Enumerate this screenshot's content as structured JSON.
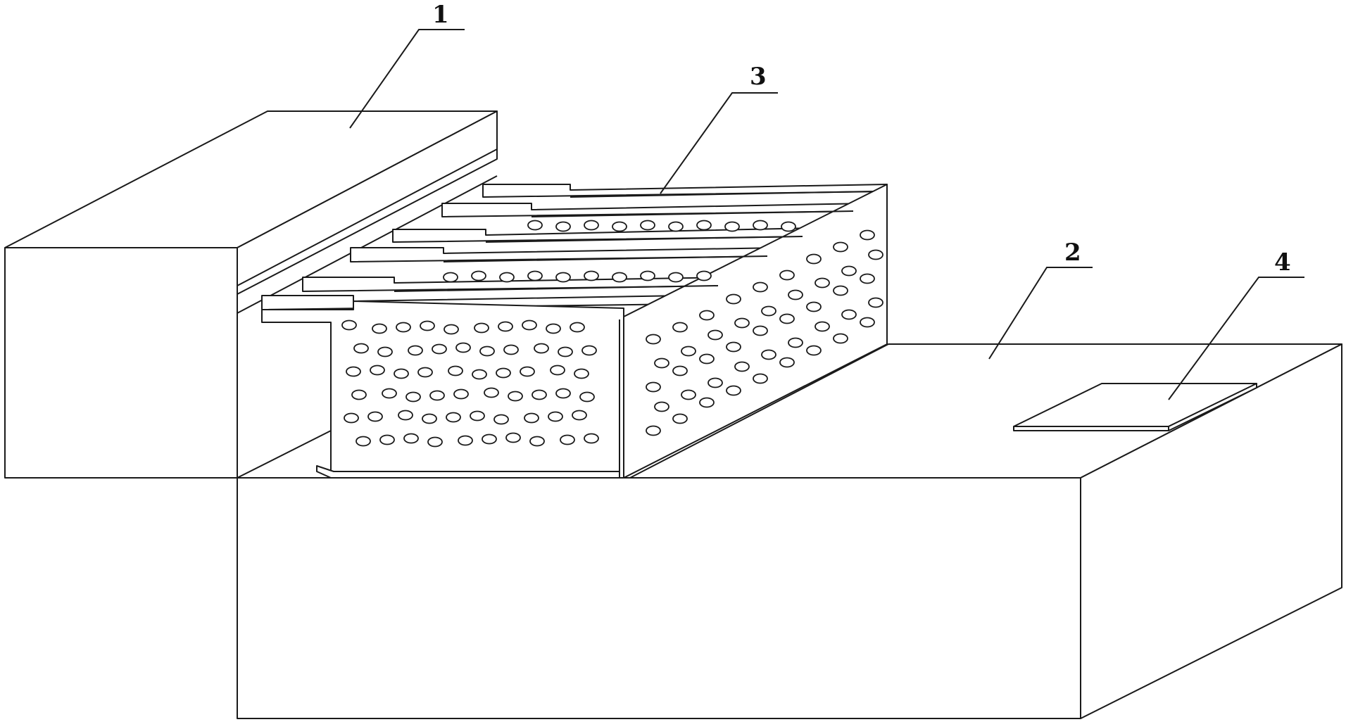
{
  "figure": {
    "callouts": [
      {
        "id": "1",
        "label": "1"
      },
      {
        "id": "2",
        "label": "2"
      },
      {
        "id": "3",
        "label": "3"
      },
      {
        "id": "4",
        "label": "4"
      }
    ],
    "colors": {
      "line": "#1a1a1a",
      "background": "#ffffff"
    }
  }
}
